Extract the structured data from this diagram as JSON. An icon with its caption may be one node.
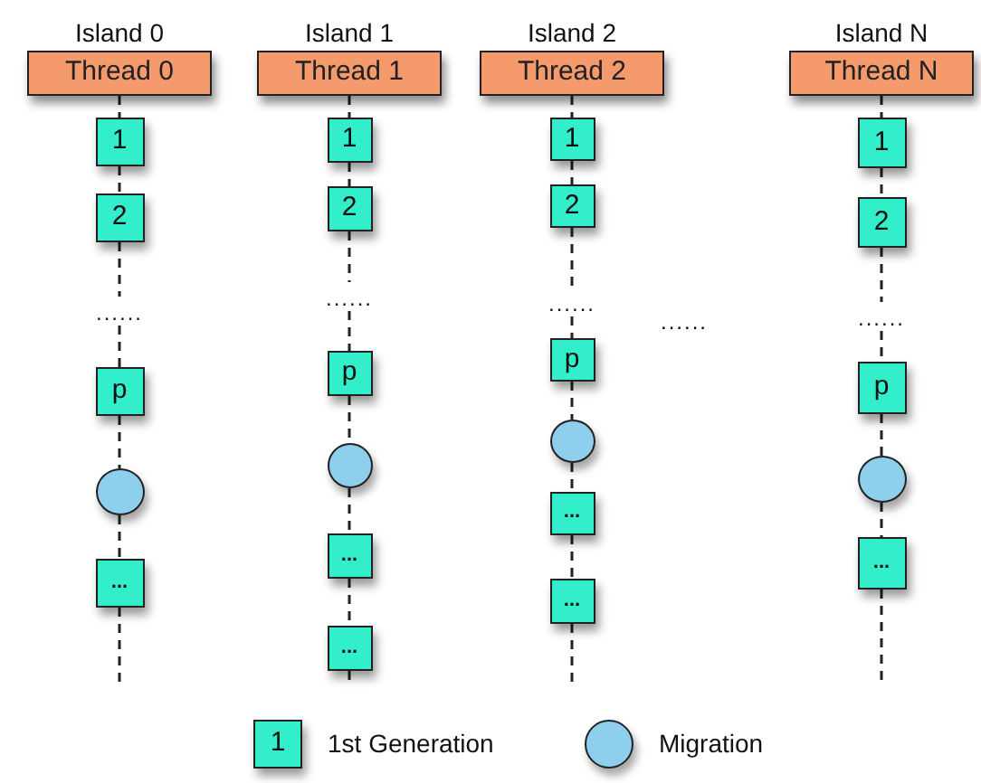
{
  "diagram": {
    "nodes": [
      {
        "text": [
          "Island 0",
          "Thread 0"
        ]
      },
      {
        "text": [
          "1"
        ]
      },
      {
        "text": [
          "2"
        ]
      },
      {
        "text": [
          "......"
        ]
      },
      {
        "text": [
          "p"
        ]
      },
      {
        "text": [],
        "shape": "circle"
      },
      {
        "text": [
          "..."
        ]
      },
      {
        "text": [
          "Island 1",
          "Thread 1"
        ]
      },
      {
        "text": [
          "1"
        ]
      },
      {
        "text": [
          "2"
        ]
      },
      {
        "text": [
          "......"
        ]
      },
      {
        "text": [
          "p"
        ]
      },
      {
        "text": [],
        "shape": "circle"
      },
      {
        "text": [
          "..."
        ]
      },
      {
        "text": [
          "..."
        ]
      },
      {
        "text": [
          "Island 2",
          "Thread 2"
        ]
      },
      {
        "text": [
          "1"
        ]
      },
      {
        "text": [
          "2"
        ]
      },
      {
        "text": [
          "......"
        ]
      },
      {
        "text": [
          "p"
        ]
      },
      {
        "text": [],
        "shape": "circle"
      },
      {
        "text": [
          "..."
        ]
      },
      {
        "text": [
          "..."
        ]
      },
      {
        "text": [
          "Island N",
          "Thread N"
        ]
      },
      {
        "text": [
          "1"
        ]
      },
      {
        "text": [
          "2"
        ]
      },
      {
        "text": [
          "......"
        ]
      },
      {
        "text": [
          "p"
        ]
      },
      {
        "text": [],
        "shape": "circle"
      },
      {
        "text": [
          "..."
        ]
      }
    ],
    "edges": [
      {
        "from": 0,
        "to": 1,
        "arrow": "none",
        "style": "dashed"
      },
      {
        "from": 1,
        "to": 2,
        "arrow": "none",
        "style": "dashed"
      },
      {
        "from": 2,
        "to": 3,
        "arrow": "none",
        "style": "dashed"
      },
      {
        "from": 3,
        "to": 4,
        "arrow": "none",
        "style": "dashed"
      },
      {
        "from": 4,
        "to": 5,
        "arrow": "none",
        "style": "dashed"
      },
      {
        "from": 5,
        "to": 6,
        "arrow": "none",
        "style": "dashed"
      },
      {
        "from": 6,
        "to": null,
        "arrow": "none",
        "style": "dashed"
      },
      {
        "from": 7,
        "to": 8,
        "arrow": "none",
        "style": "dashed"
      },
      {
        "from": 8,
        "to": 9,
        "arrow": "none",
        "style": "dashed"
      },
      {
        "from": 9,
        "to": 10,
        "arrow": "none",
        "style": "dashed"
      },
      {
        "from": 10,
        "to": 11,
        "arrow": "none",
        "style": "dashed"
      },
      {
        "from": 11,
        "to": 12,
        "arrow": "none",
        "style": "dashed"
      },
      {
        "from": 12,
        "to": 13,
        "arrow": "none",
        "style": "dashed"
      },
      {
        "from": 13,
        "to": 14,
        "arrow": "none",
        "style": "dashed"
      },
      {
        "from": 14,
        "to": null,
        "arrow": "none",
        "style": "dashed"
      },
      {
        "from": 15,
        "to": 16,
        "arrow": "none",
        "style": "dashed"
      },
      {
        "from": 16,
        "to": 17,
        "arrow": "none",
        "style": "dashed"
      },
      {
        "from": 17,
        "to": 18,
        "arrow": "none",
        "style": "dashed"
      },
      {
        "from": 18,
        "to": 19,
        "arrow": "none",
        "style": "dashed"
      },
      {
        "from": 19,
        "to": 20,
        "arrow": "none",
        "style": "dashed"
      },
      {
        "from": 20,
        "to": 21,
        "arrow": "none",
        "style": "dashed"
      },
      {
        "from": 21,
        "to": 22,
        "arrow": "none",
        "style": "dashed"
      },
      {
        "from": 22,
        "to": null,
        "arrow": "none",
        "style": "dashed"
      },
      {
        "from": 23,
        "to": 24,
        "arrow": "none",
        "style": "dashed"
      },
      {
        "from": 24,
        "to": 25,
        "arrow": "none",
        "style": "dashed"
      },
      {
        "from": 25,
        "to": 26,
        "arrow": "none",
        "style": "dashed"
      },
      {
        "from": 26,
        "to": 27,
        "arrow": "none",
        "style": "dashed"
      },
      {
        "from": 27,
        "to": 28,
        "arrow": "none",
        "style": "dashed"
      },
      {
        "from": 28,
        "to": 29,
        "arrow": "none",
        "style": "dashed"
      },
      {
        "from": 29,
        "to": null,
        "arrow": "none",
        "style": "dashed"
      }
    ],
    "labels": [
      "......",
      "1"
    ],
    "legend": [
      {
        "text": "1st Generation",
        "color": "#33eecb"
      },
      {
        "text": "Migration",
        "color": "#8ecfee"
      }
    ]
  }
}
